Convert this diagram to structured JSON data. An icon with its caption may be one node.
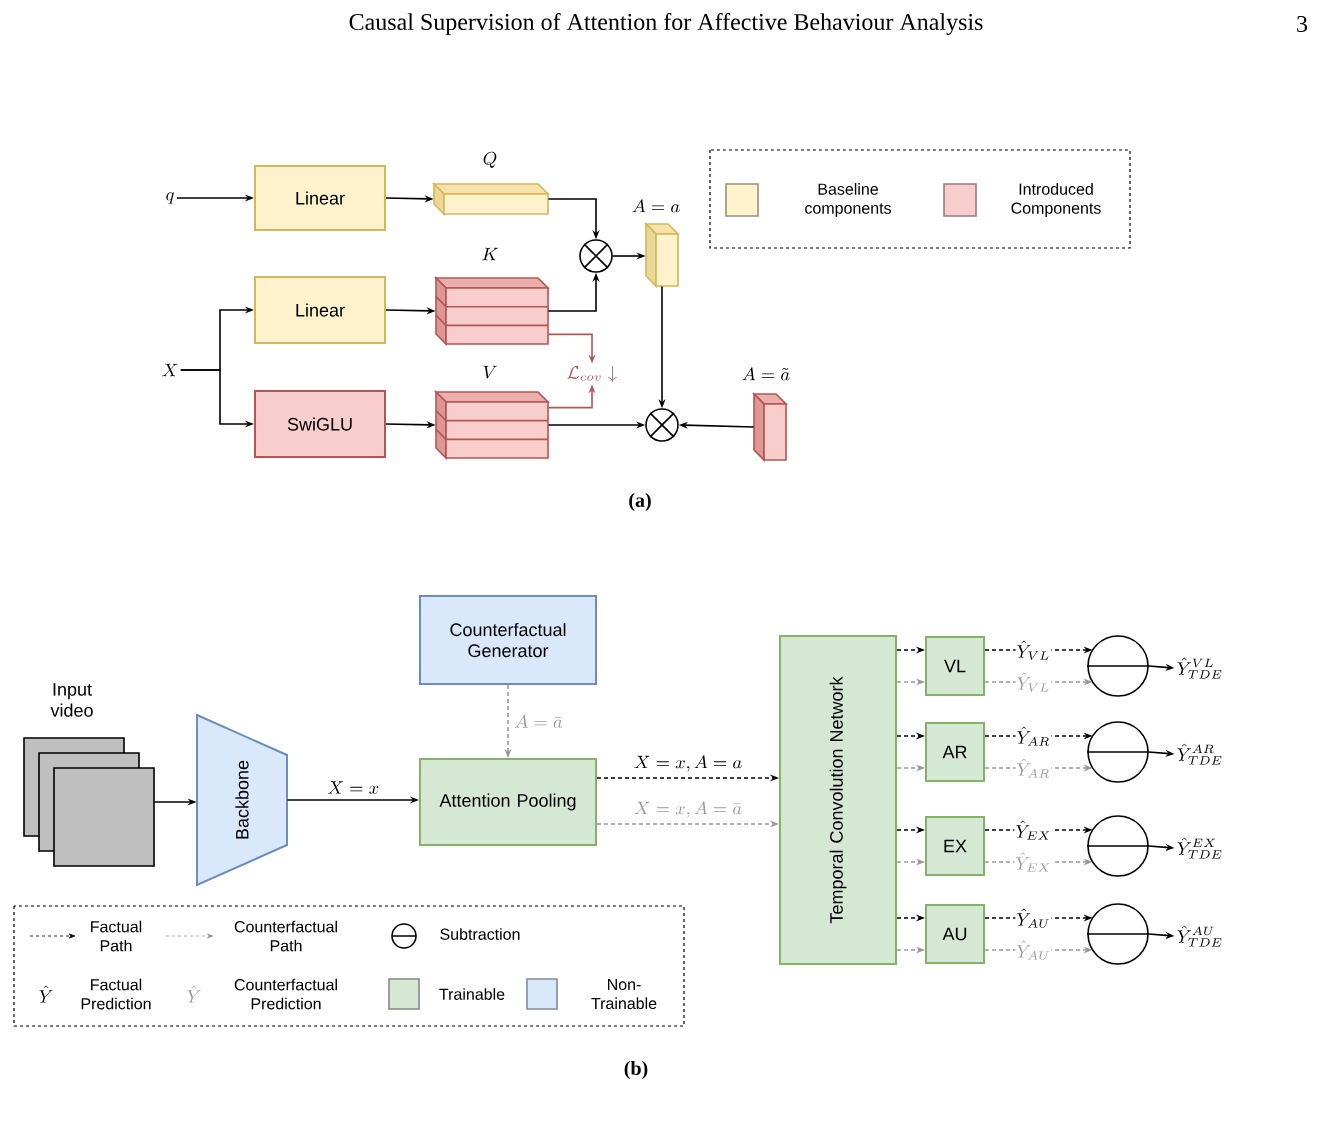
{
  "diagram": {
    "title": "Causal Supervision of Attention for Affective Behaviour Analysis",
    "nodes": [
      {
        "text": [
          "q"
        ]
      },
      {
        "text": [
          "Linear"
        ]
      },
      {
        "text": [
          "Q"
        ]
      },
      {
        "text": [],
        "shape": "circle"
      },
      {
        "text": [
          "A = a"
        ]
      },
      {
        "text": [
          "X"
        ]
      },
      {
        "text": [
          "Linear"
        ]
      },
      {
        "text": [
          "K"
        ]
      },
      {
        "text": [
          "SwiGLU"
        ]
      },
      {
        "text": [
          "V"
        ]
      },
      {
        "text": [
          "\\mathcal{L}_{cov}\\downarrow"
        ]
      },
      {
        "text": [],
        "shape": "circle"
      },
      {
        "text": [
          "A = \\tilde{a}"
        ]
      },
      {
        "text": [
          "Input video"
        ]
      },
      {
        "text": [
          "Backbone"
        ]
      },
      {
        "text": [
          "Counterfactual Generator"
        ]
      },
      {
        "text": [
          "Attention Pooling"
        ]
      },
      {
        "text": [
          "Temporal Convolution Network"
        ]
      },
      {
        "text": [
          "VL"
        ]
      },
      {
        "text": [
          "AR"
        ]
      },
      {
        "text": [
          "EX"
        ]
      },
      {
        "text": [
          "AU"
        ]
      },
      {
        "text": [],
        "shape": "circle"
      },
      {
        "text": [],
        "shape": "circle"
      },
      {
        "text": [],
        "shape": "circle"
      },
      {
        "text": [],
        "shape": "circle"
      },
      {
        "text": [
          "\\hat{Y}^{VL}_{TDE}"
        ]
      },
      {
        "text": [
          "\\hat{Y}^{AR}_{TDE}"
        ]
      },
      {
        "text": [
          "\\hat{Y}^{EX}_{TDE}"
        ]
      },
      {
        "text": [
          "\\hat{Y}^{AU}_{TDE}"
        ]
      }
    ],
    "edges": [
      {
        "from": 0,
        "to": 1,
        "arrow": "to"
      },
      {
        "from": 1,
        "to": 2,
        "arrow": "to"
      },
      {
        "from": 2,
        "to": 3,
        "arrow": "to"
      },
      {
        "from": 7,
        "to": 3,
        "arrow": "to"
      },
      {
        "from": 3,
        "to": 4,
        "arrow": "to"
      },
      {
        "from": 5,
        "to": 6,
        "arrow": "to"
      },
      {
        "from": 5,
        "to": 8,
        "arrow": "to"
      },
      {
        "from": 6,
        "to": 7,
        "arrow": "to"
      },
      {
        "from": 8,
        "to": 9,
        "arrow": "to"
      },
      {
        "from": 7,
        "to": 10,
        "arrow": "to",
        "color": "#b85450"
      },
      {
        "from": 9,
        "to": 10,
        "arrow": "to",
        "color": "#b85450"
      },
      {
        "from": 9,
        "to": 11,
        "arrow": "to"
      },
      {
        "from": 4,
        "to": 11,
        "arrow": "to"
      },
      {
        "from": 12,
        "to": 11,
        "arrow": "to"
      },
      {
        "from": 13,
        "to": 14,
        "arrow": "to"
      },
      {
        "from": 14,
        "to": 16,
        "arrow": "to",
        "label": "X = x"
      },
      {
        "from": 15,
        "to": 16,
        "arrow": "to",
        "label": "A = \\bar{a}",
        "style": "dashed",
        "color": "#999999"
      },
      {
        "from": 16,
        "to": 17,
        "arrow": "to",
        "label": "X = x, A = a",
        "style": "dashed"
      },
      {
        "from": 16,
        "to": 17,
        "arrow": "to",
        "label": "X = x, A = \\bar{a}",
        "style": "dashed",
        "color": "#999999"
      },
      {
        "from": 17,
        "to": 18,
        "arrow": "to",
        "style": "dashed"
      },
      {
        "from": 17,
        "to": 18,
        "arrow": "to",
        "style": "dashed",
        "color": "#999999"
      },
      {
        "from": 18,
        "to": 22,
        "arrow": "to",
        "label": "\\hat{Y}_{VL}",
        "style": "dashed"
      },
      {
        "from": 18,
        "to": 22,
        "arrow": "to",
        "label": "\\hat{Y}_{VL}",
        "style": "dashed",
        "color": "#999999"
      },
      {
        "from": 22,
        "to": 26,
        "arrow": "to"
      },
      {
        "from": 17,
        "to": 19,
        "arrow": "to",
        "style": "dashed"
      },
      {
        "from": 17,
        "to": 19,
        "arrow": "to",
        "style": "dashed",
        "color": "#999999"
      },
      {
        "from": 19,
        "to": 23,
        "arrow": "to",
        "label": "\\hat{Y}_{AR}",
        "style": "dashed"
      },
      {
        "from": 19,
        "to": 23,
        "arrow": "to",
        "label": "\\hat{Y}_{AR}",
        "style": "dashed",
        "color": "#999999"
      },
      {
        "from": 23,
        "to": 27,
        "arrow": "to"
      },
      {
        "from": 17,
        "to": 20,
        "arrow": "to",
        "style": "dashed"
      },
      {
        "from": 17,
        "to": 20,
        "arrow": "to",
        "style": "dashed",
        "color": "#999999"
      },
      {
        "from": 20,
        "to": 24,
        "arrow": "to",
        "label": "\\hat{Y}_{EX}",
        "style": "dashed"
      },
      {
        "from": 20,
        "to": 24,
        "arrow": "to",
        "label": "\\hat{Y}_{EX}",
        "style": "dashed",
        "color": "#999999"
      },
      {
        "from": 24,
        "to": 28,
        "arrow": "to"
      },
      {
        "from": 17,
        "to": 21,
        "arrow": "to",
        "style": "dashed"
      },
      {
        "from": 17,
        "to": 21,
        "arrow": "to",
        "style": "dashed",
        "color": "#999999"
      },
      {
        "from": 21,
        "to": 25,
        "arrow": "to",
        "label": "\\hat{Y}_{AU}",
        "style": "dashed"
      },
      {
        "from": 21,
        "to": 25,
        "arrow": "to",
        "label": "\\hat{Y}_{AU}",
        "style": "dashed",
        "color": "#999999"
      },
      {
        "from": 25,
        "to": 29,
        "arrow": "to"
      }
    ],
    "labels": [
      "3",
      "(a)",
      "\\hat{Y}",
      "\\hat{Y}",
      "(b)"
    ],
    "legend": [
      {
        "text": "Baseline components",
        "color": "#fff2cc"
      },
      {
        "text": "Introduced Components",
        "color": "#f8cecc"
      },
      {
        "text": "Factual Path"
      },
      {
        "text": "Counterfactual Path"
      },
      {
        "text": "Subtraction"
      },
      {
        "text": "Factual Prediction"
      },
      {
        "text": "Counterfactual Prediction"
      },
      {
        "text": "Trainable",
        "color": "#d5e8d4"
      },
      {
        "text": "Non-Trainable",
        "color": "#dae8fc"
      }
    ]
  }
}
